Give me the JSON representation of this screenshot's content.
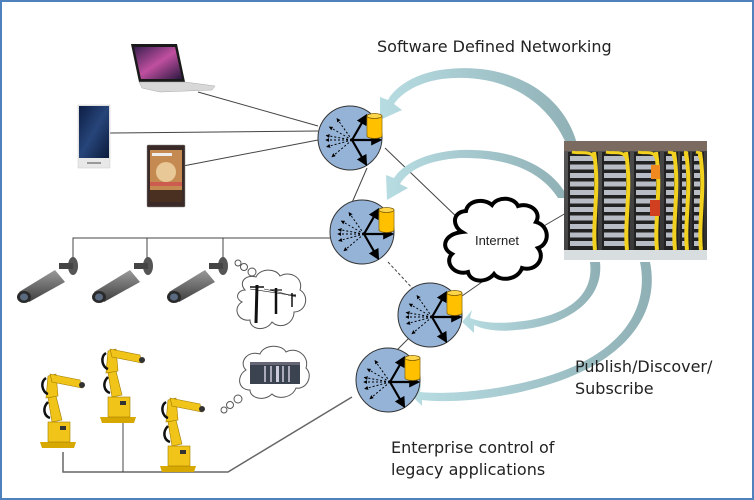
{
  "diagram": {
    "title": "Software Defined Networking",
    "labels": {
      "publish": [
        "Publish/Discover/",
        "Subscribe"
      ],
      "enterprise": [
        "Enterprise control of",
        "legacy applications"
      ],
      "internet": "Internet"
    },
    "nodes": {
      "devices": [
        "laptop",
        "smartphone",
        "tablet"
      ],
      "cameras": [
        "security-camera-1",
        "security-camera-2",
        "security-camera-3"
      ],
      "robots": [
        "industrial-robot-1",
        "industrial-robot-2",
        "industrial-robot-3"
      ],
      "thought_clouds": [
        "power-lines",
        "plc-controller"
      ],
      "switches": [
        "sdn-switch-1",
        "sdn-switch-2",
        "sdn-switch-3",
        "sdn-switch-4"
      ],
      "datacenter": "server-racks"
    },
    "colors": {
      "border": "#4f81bd",
      "switch_fill": "#95b3d7",
      "storage": "#ffc000",
      "arrow_light": "#b7dde3",
      "arrow_dark": "#8fb0b5",
      "robot": "#f0c419"
    }
  }
}
